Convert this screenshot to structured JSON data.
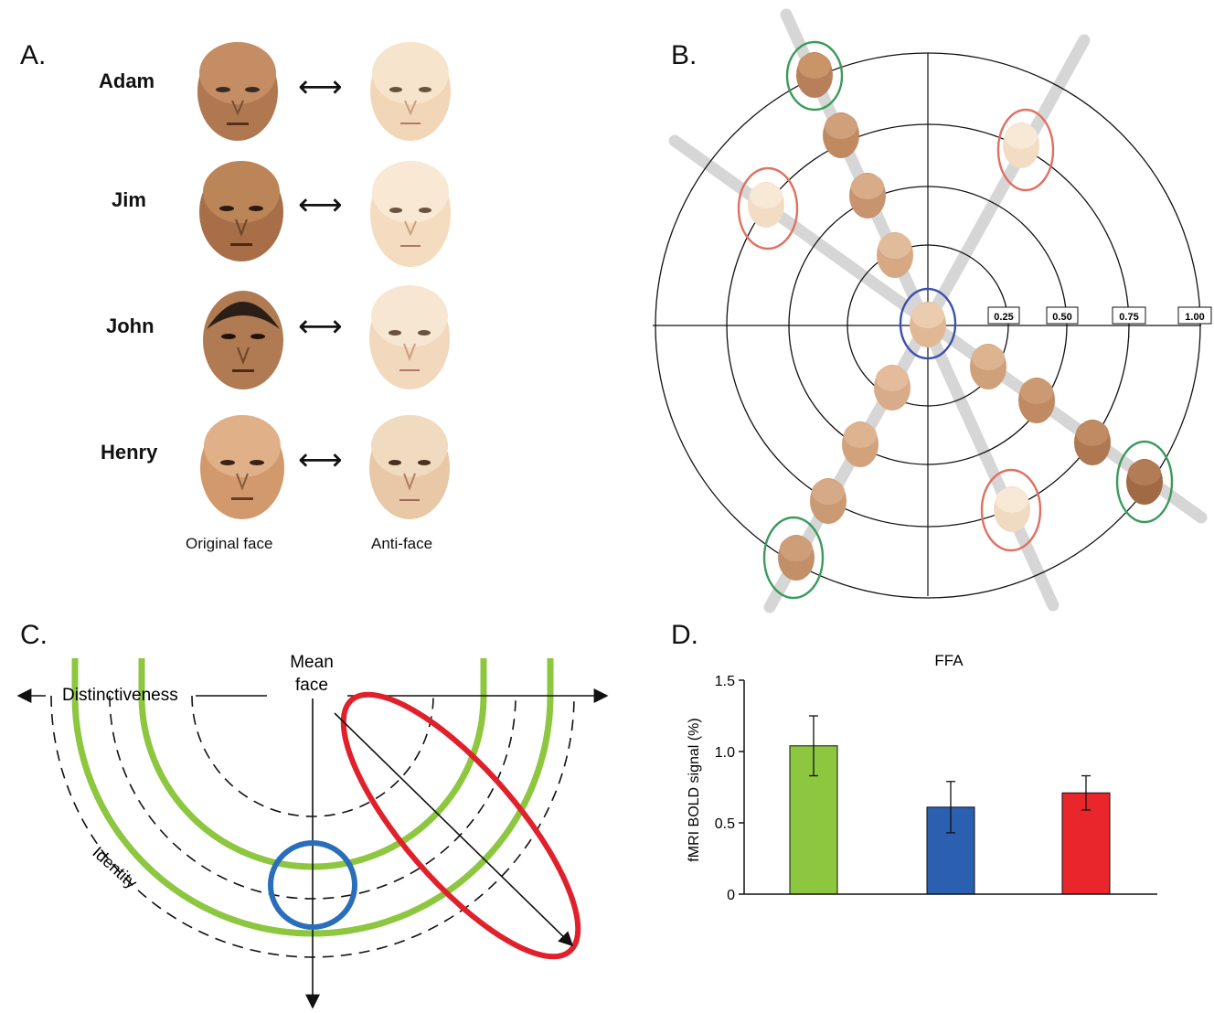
{
  "panelA": {
    "letter": "A.",
    "names": [
      "Adam",
      "Jim",
      "John",
      "Henry"
    ],
    "arrow_glyph": "⟷",
    "caption_original": "Original face",
    "caption_anti": "Anti-face"
  },
  "panelB": {
    "letter": "B.",
    "ring_labels": [
      "0.25",
      "0.50",
      "0.75",
      "1.00"
    ]
  },
  "panelC": {
    "letter": "C.",
    "mean_face_line1": "Mean",
    "mean_face_line2": "face",
    "distinctiveness": "Distinctiveness",
    "identity": "Identity",
    "colors": {
      "green": "#8dc63f",
      "blue": "#2a6ebb",
      "red": "#e0202a"
    }
  },
  "panelD": {
    "letter": "D.",
    "chart_data": {
      "type": "bar",
      "title": "FFA",
      "ylabel": "fMRI BOLD signal (%)",
      "xlabel": "",
      "ylim": [
        0,
        1.5
      ],
      "yticks": [
        "0",
        "0.5",
        "1.0",
        "1.5"
      ],
      "categories": [
        "",
        "",
        ""
      ],
      "values": [
        1.04,
        0.61,
        0.71
      ],
      "errors": [
        0.21,
        0.18,
        0.12
      ],
      "colors": [
        "#8dc63f",
        "#2b5fb0",
        "#e8262c"
      ]
    }
  }
}
